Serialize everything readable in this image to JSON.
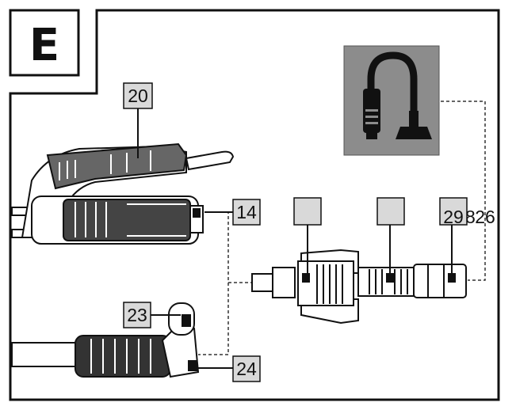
{
  "section": {
    "letter": "E"
  },
  "callouts": {
    "c20": "20",
    "c14": "14",
    "c23": "23",
    "c24": "24",
    "c26": "26",
    "c28": "28",
    "c29": "29"
  },
  "colors": {
    "frame": "#111111",
    "callout_box": "#d9d9d9",
    "vacuum_panel": "#8c8c8c",
    "dashed_line": "#333333"
  },
  "icons": [
    "vacuum-cleaner-icon",
    "hedge-trimmer-head",
    "extension-pole-tube",
    "pole-coupling",
    "vacuum-adapter-hose"
  ]
}
